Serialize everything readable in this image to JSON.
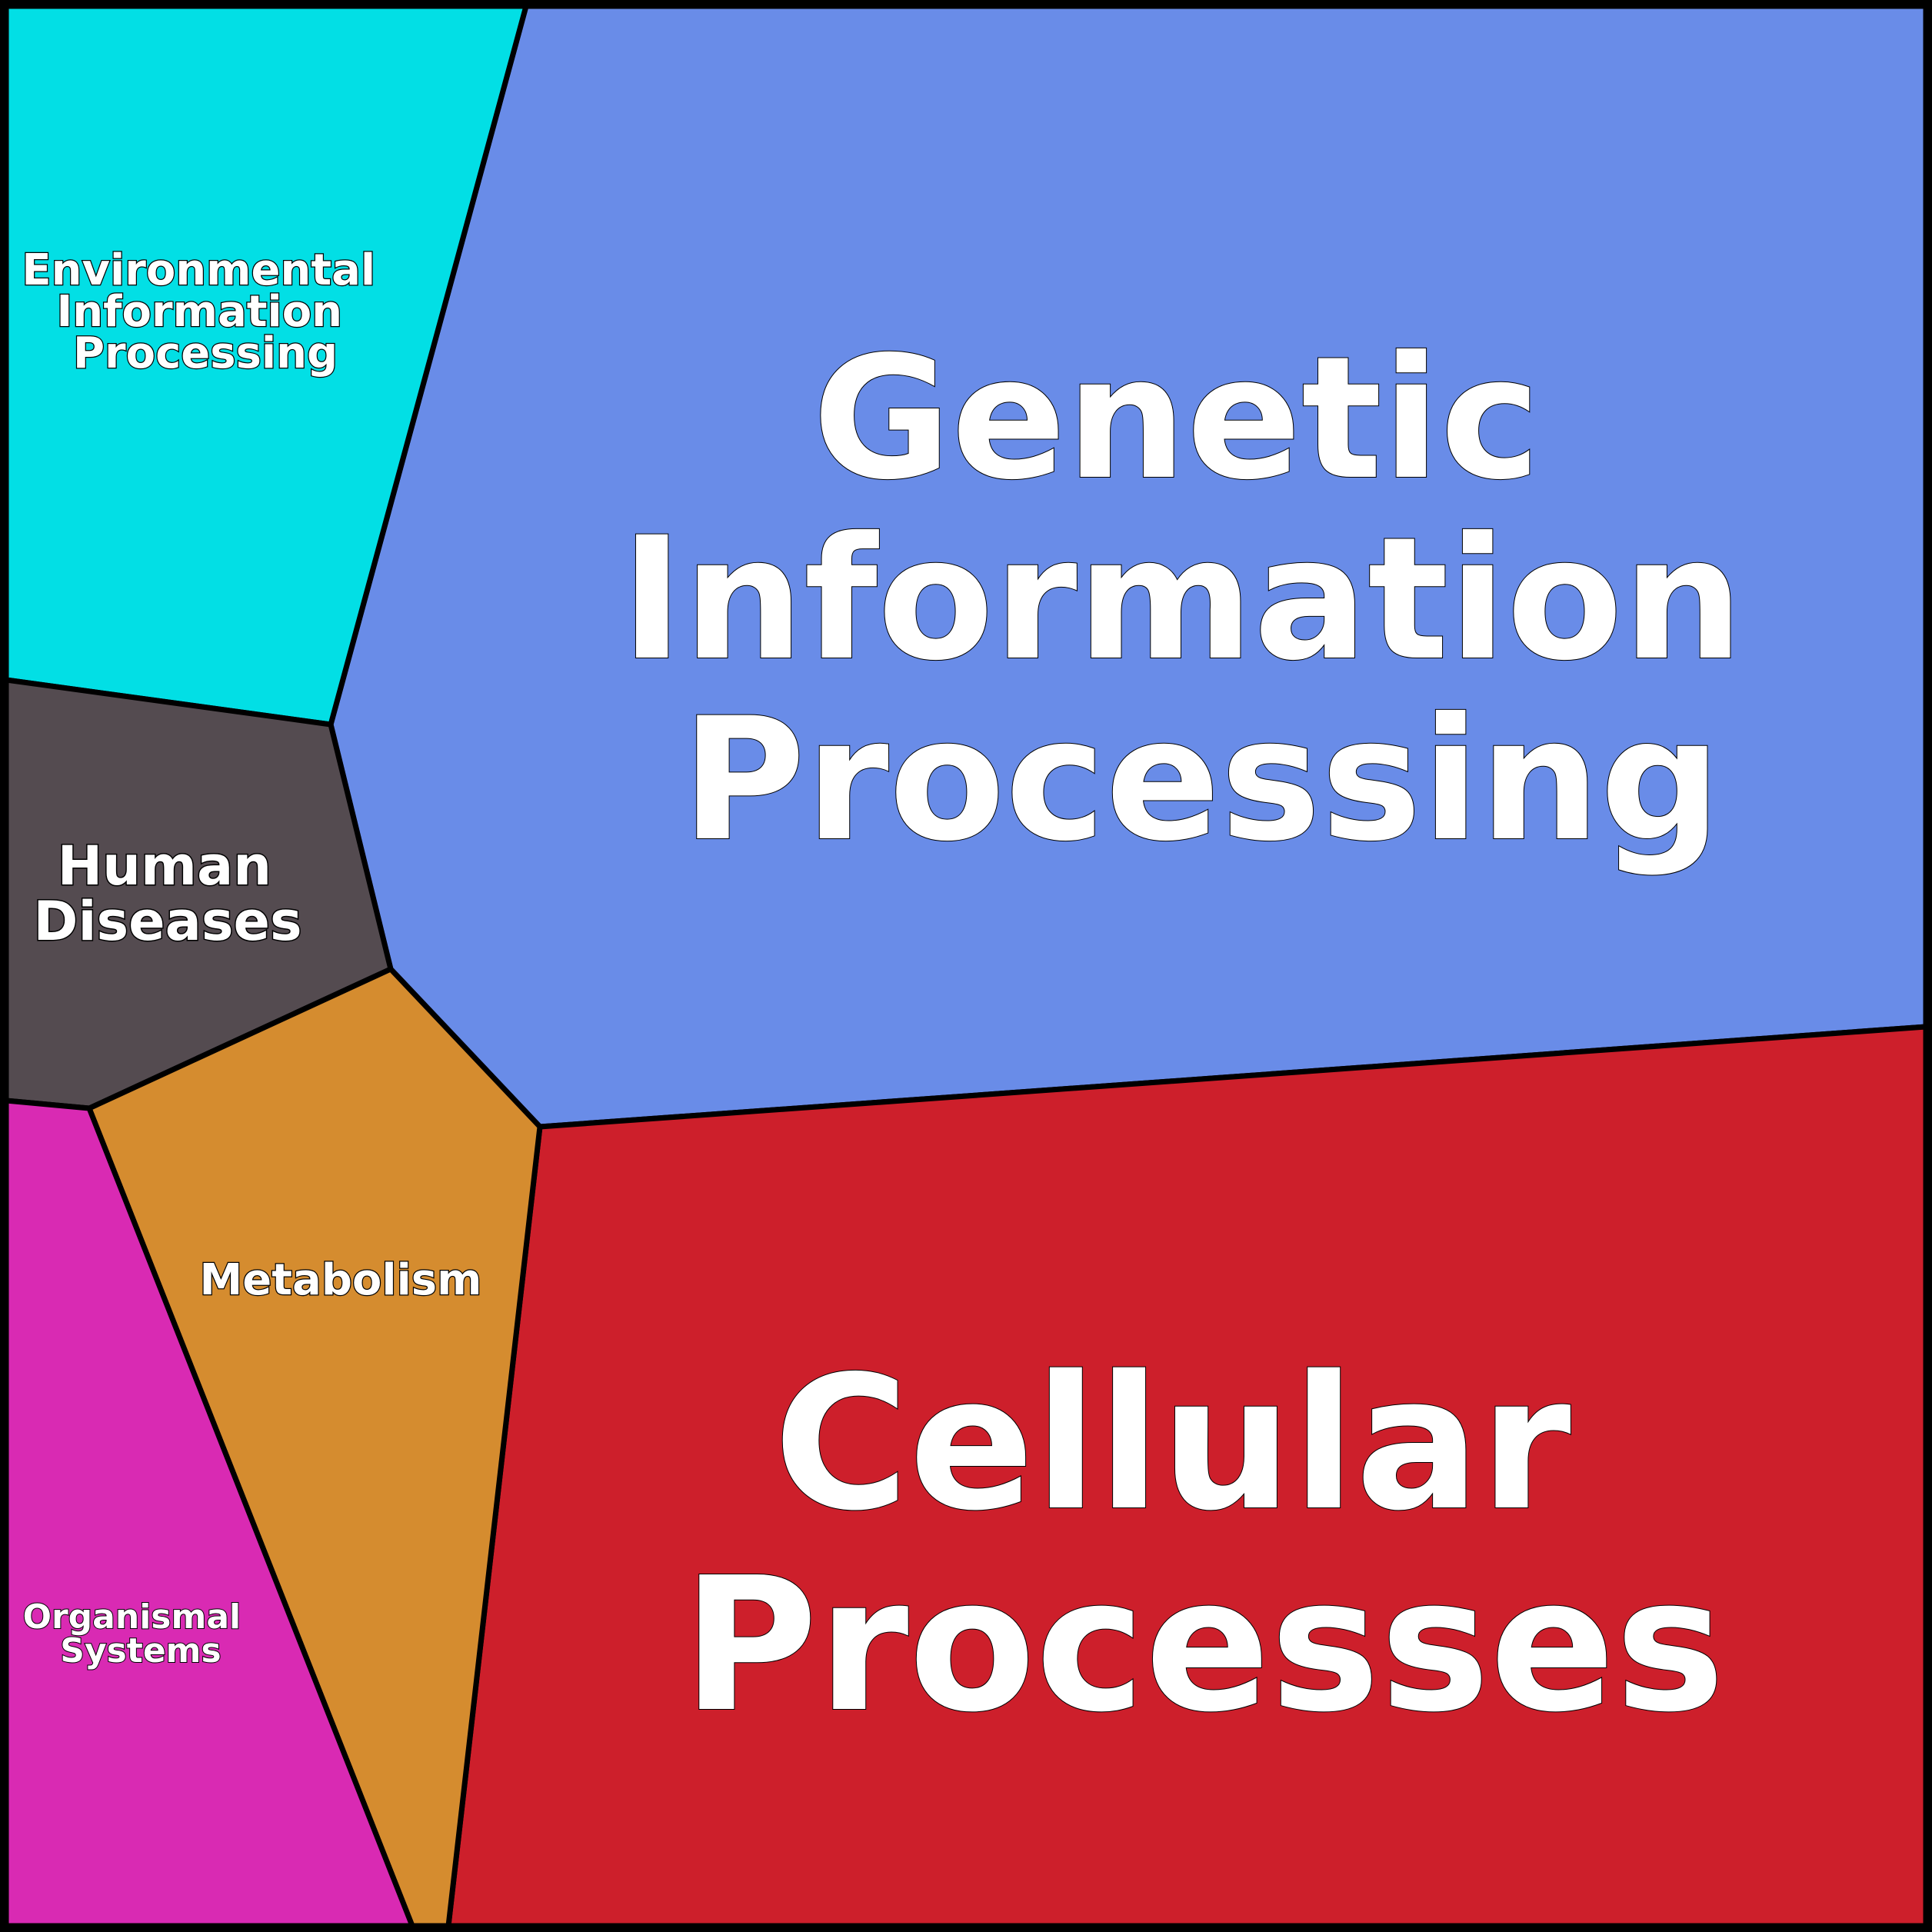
{
  "regions": [
    {
      "id": "genetic-information-processing",
      "lines": [
        "Genetic",
        "Information",
        "Processing"
      ],
      "color": "#698ce8"
    },
    {
      "id": "cellular-processes",
      "lines": [
        "Cellular",
        "Processes"
      ],
      "color": "#cd1f2b"
    },
    {
      "id": "environmental-information-processing",
      "lines": [
        "Environmental",
        "Information",
        "Processing"
      ],
      "color": "#02dfe5"
    },
    {
      "id": "human-diseases",
      "lines": [
        "Human",
        "Diseases"
      ],
      "color": "#544b50"
    },
    {
      "id": "metabolism",
      "lines": [
        "Metabolism"
      ],
      "color": "#d58c2f"
    },
    {
      "id": "organismal-systems",
      "lines": [
        "Organismal",
        "Systems"
      ],
      "color": "#d92ab3"
    }
  ]
}
